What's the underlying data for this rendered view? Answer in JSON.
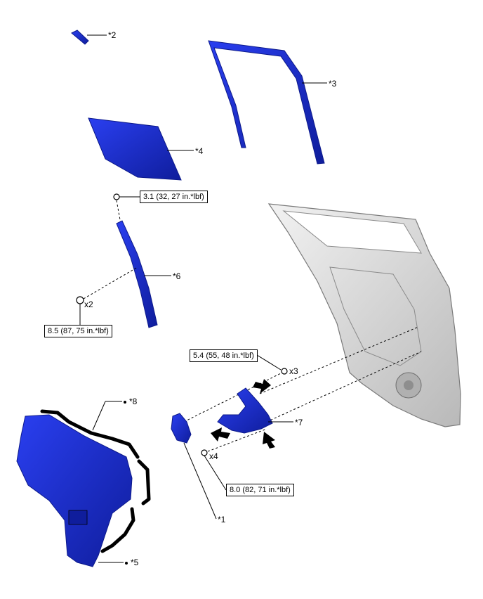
{
  "colors": {
    "part_blue": "#1a2fd6",
    "part_blue_dark": "#0d1a8a",
    "door_gray": "#d8d8d8",
    "line": "#000000"
  },
  "callouts": {
    "c1": "*1",
    "c2": "*2",
    "c3": "*3",
    "c4": "*4",
    "c5": "*5",
    "c6": "*6",
    "c7": "*7",
    "c8": "*8"
  },
  "quantities": {
    "q6": "x2",
    "q7_top": "x3",
    "q7_bottom": "x4"
  },
  "torques": {
    "t_glass": "3.1 (32, 27 in.*lbf)",
    "t_channel": "8.5 (87, 75 in.*lbf)",
    "t_reg_top": "5.4 (55, 48 in.*lbf)",
    "t_reg_bottom": "8.0 (82, 71 in.*lbf)"
  }
}
